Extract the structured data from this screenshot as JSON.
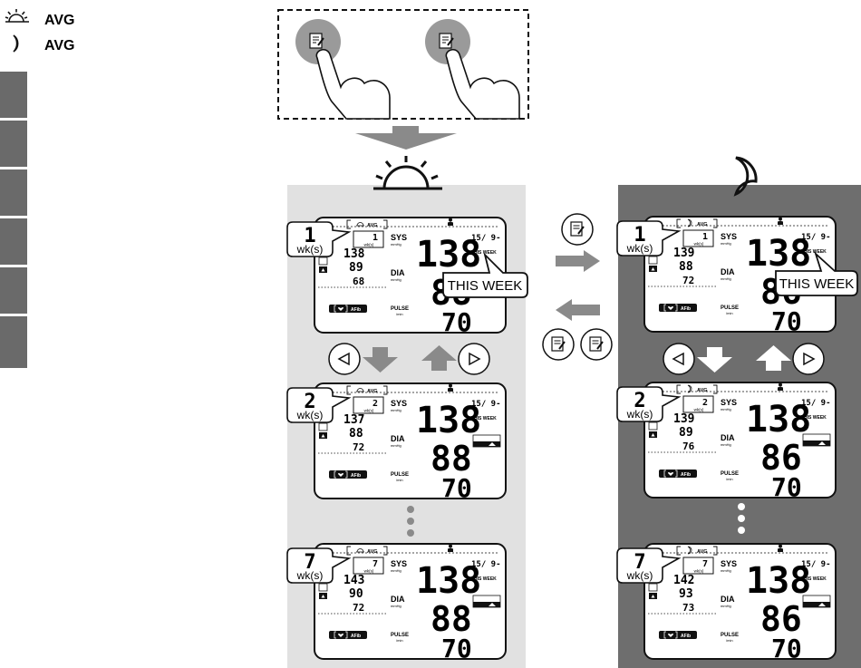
{
  "legend": {
    "morning_label": "AVG",
    "evening_label": "AVG",
    "morning_icon": "sunrise-icon",
    "evening_icon": "moon-icon"
  },
  "icons": {
    "press_icon": "memo-button-icon",
    "prev": "left-triangle-icon",
    "next": "right-triangle-icon"
  },
  "morning_column": {
    "header_icon": "sunrise-icon",
    "panels": [
      {
        "callout_num": "1",
        "callout_unit": "wk(s)",
        "small_num": "1",
        "small_unit": "wk(s)",
        "list_vals": [
          "138",
          "89",
          "68"
        ],
        "sys": "138",
        "dia": "88",
        "pulse": "70",
        "date": "15/ 9-",
        "week": "THIS WEEK"
      },
      {
        "callout_num": "2",
        "callout_unit": "wk(s)",
        "small_num": "2",
        "small_unit": "wk(s)",
        "list_vals": [
          "137",
          "88",
          "72"
        ],
        "sys": "138",
        "dia": "88",
        "pulse": "70",
        "date": "15/ 9-",
        "week": "THIS WEEK"
      },
      {
        "callout_num": "7",
        "callout_unit": "wk(s)",
        "small_num": "7",
        "small_unit": "wk(s)",
        "list_vals": [
          "143",
          "90",
          "72"
        ],
        "sys": "138",
        "dia": "88",
        "pulse": "70",
        "date": "15/ 9-",
        "week": "THIS WEEK"
      }
    ]
  },
  "evening_column": {
    "header_icon": "moon-icon",
    "panels": [
      {
        "callout_num": "1",
        "callout_unit": "wk(s)",
        "small_num": "1",
        "small_unit": "wk(s)",
        "list_vals": [
          "139",
          "88",
          "72"
        ],
        "sys": "138",
        "dia": "86",
        "pulse": "70",
        "date": "15/ 9-",
        "week": "THIS WEEK"
      },
      {
        "callout_num": "2",
        "callout_unit": "wk(s)",
        "small_num": "2",
        "small_unit": "wk(s)",
        "list_vals": [
          "139",
          "89",
          "76"
        ],
        "sys": "138",
        "dia": "86",
        "pulse": "70",
        "date": "15/ 9-",
        "week": "THIS WEEK"
      },
      {
        "callout_num": "7",
        "callout_unit": "wk(s)",
        "small_num": "7",
        "small_unit": "wk(s)",
        "list_vals": [
          "142",
          "93",
          "73"
        ],
        "sys": "138",
        "dia": "86",
        "pulse": "70",
        "date": "15/ 9-",
        "week": "THIS WEEK"
      }
    ]
  },
  "lcd_labels": {
    "avg": "AVG",
    "sys": "SYS",
    "sys_unit": "mmHg",
    "dia": "DIA",
    "dia_unit": "mmHg",
    "pulse": "PULSE",
    "pulse_unit": "/min",
    "afib": "AFib"
  },
  "this_week_callout": "THIS WEEK",
  "colors": {
    "morning_bg": "#e1e1e1",
    "evening_bg": "#6e6e6e",
    "arrow_gray": "#8a8a8a",
    "sidebar_gray": "#6a6a6a"
  }
}
